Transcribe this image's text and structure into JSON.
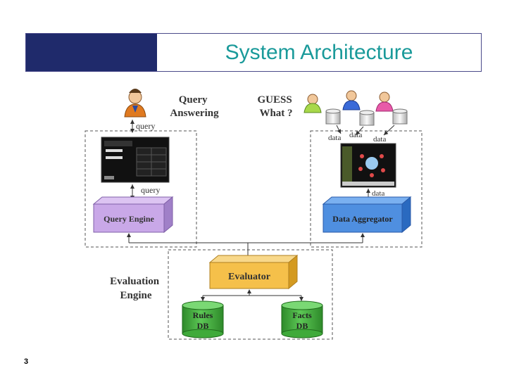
{
  "slide": {
    "title": "System Architecture",
    "page_number": "3"
  },
  "diagram": {
    "query_answering": "Query\nAnswering",
    "guess_what": "GUESS\nWhat ?",
    "query_label_top": "query",
    "query_label_mid": "query",
    "data_label_1": "data",
    "data_label_2": "data",
    "data_label_3": "data",
    "data_label_4": "data",
    "query_engine": "Query Engine",
    "data_aggregator": "Data Aggregator",
    "evaluator": "Evaluator",
    "evaluation_engine": "Evaluation\nEngine",
    "rules_db": "Rules\nDB",
    "facts_db": "Facts\nDB"
  },
  "colors": {
    "title_block": "#1f2a6b",
    "title_text": "#1a9a9a",
    "query_engine_box": "#c9a8e8",
    "data_aggregator_box": "#4f8fe0",
    "evaluator_box": "#f5c04a",
    "db_cylinder": "#3faa3a"
  },
  "icons": [
    "user-avatar-icon",
    "guess-users-icon",
    "database-icon",
    "screenshot-thumbnail"
  ]
}
